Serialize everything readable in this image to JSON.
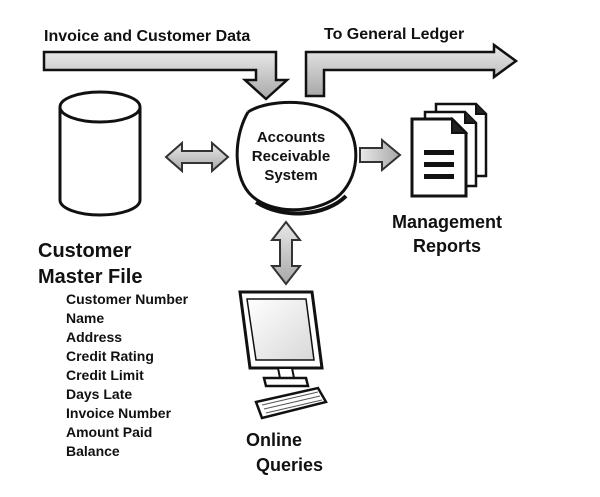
{
  "flows": {
    "input_label": "Invoice and Customer Data",
    "output_label": "To General Ledger"
  },
  "system": {
    "line1": "Accounts",
    "line2": "Receivable",
    "line3": "System"
  },
  "reports": {
    "line1": "Management",
    "line2": "Reports"
  },
  "master_file": {
    "title_line1": "Customer",
    "title_line2": "Master File",
    "fields": [
      "Customer Number",
      "Name",
      "Address",
      "Credit Rating",
      "Credit Limit",
      "Days Late",
      "Invoice Number",
      "Amount Paid",
      "Balance"
    ]
  },
  "queries": {
    "line1": "Online",
    "line2": "Queries"
  }
}
